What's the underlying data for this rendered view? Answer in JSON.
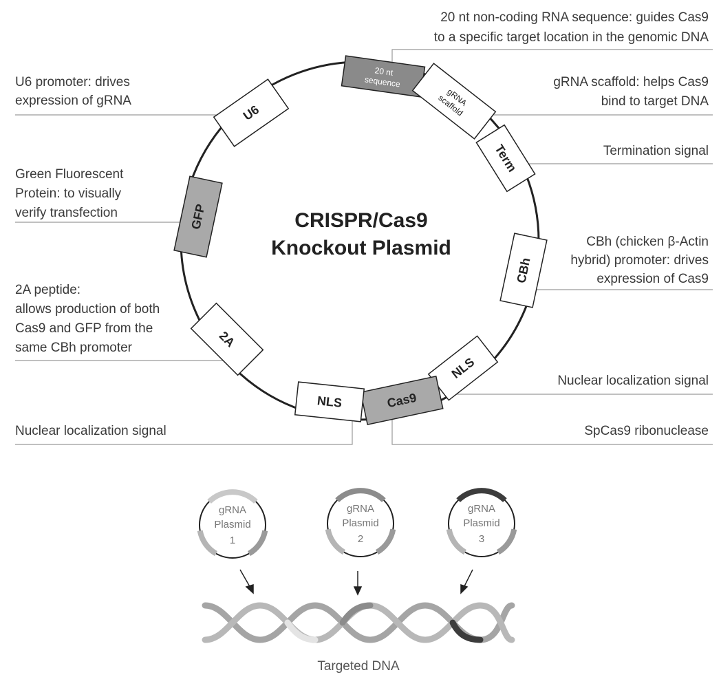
{
  "title": [
    "CRISPR/Cas9",
    "Knockout Plasmid"
  ],
  "segments": {
    "nt20": [
      "20 nt",
      "sequence"
    ],
    "grna_scaffold": [
      "gRNA",
      "scaffold"
    ],
    "term": "Term",
    "cbh": "CBh",
    "nls_right": "NLS",
    "cas9": "Cas9",
    "nls_left": "NLS",
    "p2a": "2A",
    "gfp": "GFP",
    "u6": "U6"
  },
  "annotations": {
    "nt20": [
      "20 nt non-coding RNA sequence: guides Cas9",
      "to a specific target location in the genomic DNA"
    ],
    "u6": [
      "U6 promoter: drives",
      "expression of gRNA"
    ],
    "scaffold": [
      "gRNA scaffold: helps Cas9",
      "bind to target DNA"
    ],
    "term": [
      "Termination signal"
    ],
    "gfp": [
      "Green Fluorescent",
      "Protein: to visually",
      "verify transfection"
    ],
    "cbh": [
      "CBh (chicken β-Actin",
      "hybrid) promoter: drives",
      "expression of Cas9"
    ],
    "p2a": [
      "2A peptide:",
      "allows production of both",
      "Cas9 and GFP from the",
      "same CBh promoter"
    ],
    "nls_right": [
      "Nuclear localization signal"
    ],
    "nls_left": [
      "Nuclear localization signal"
    ],
    "cas9": [
      "SpCas9 ribonuclease"
    ]
  },
  "grna_plasmids": [
    {
      "line1": "gRNA",
      "line2": "Plasmid",
      "num": "1",
      "color": "#c8c8c8"
    },
    {
      "line1": "gRNA",
      "line2": "Plasmid",
      "num": "2",
      "color": "#8c8c8c"
    },
    {
      "line1": "gRNA",
      "line2": "Plasmid",
      "num": "3",
      "color": "#3c3c3c"
    }
  ],
  "dna_caption": "Targeted DNA",
  "colors": {
    "shaded_segment": "#a9a9a9",
    "dark_segment": "#8a8a8a",
    "ring": "#222222",
    "leader": "#999999"
  }
}
